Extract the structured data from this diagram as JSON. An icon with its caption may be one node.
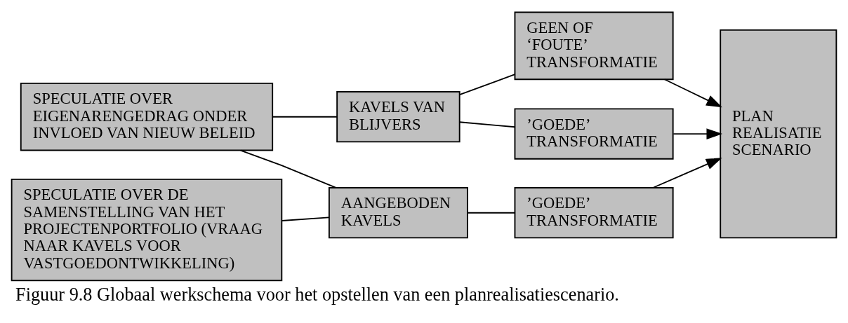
{
  "diagram": {
    "caption": "Figuur 9.8 Globaal werkschema voor het opstellen van een planrealisatiescenario.",
    "nodes": [
      {
        "text": [
          "SPECULATIE OVER EIGENARENGEDRAG ONDER INVLOED VAN NIEUW BELEID"
        ]
      },
      {
        "text": [
          "KAVELS VAN BLIJVERS"
        ]
      },
      {
        "text": [
          "GEEN OF ‘FOUTE’ TRANSFORMATIE"
        ]
      },
      {
        "text": [
          "PLAN REALISATIE SCENARIO"
        ]
      },
      {
        "text": [
          "’GOEDE’ TRANSFORMATIE"
        ]
      },
      {
        "text": [
          "SPECULATIE OVER DE SAMENSTELLING VAN HET PROJECTENPORTFOLIO (VRAAG NAAR KAVELS VOOR VASTGOEDONTWIKKELING)"
        ]
      },
      {
        "text": [
          "AANGEBODEN KAVELS"
        ]
      },
      {
        "text": [
          "’GOEDE’ TRANSFORMATIE"
        ]
      }
    ],
    "edges": [
      {
        "from": 0,
        "to": 1,
        "arrow": "none"
      },
      {
        "from": 0,
        "to": 6,
        "arrow": "none"
      },
      {
        "from": 1,
        "to": 2,
        "arrow": "none"
      },
      {
        "from": 1,
        "to": 4,
        "arrow": "none"
      },
      {
        "from": 5,
        "to": 6,
        "arrow": "none"
      },
      {
        "from": 6,
        "to": 7,
        "arrow": "none"
      },
      {
        "from": 2,
        "to": 3,
        "arrow": "to"
      },
      {
        "from": 4,
        "to": 3,
        "arrow": "to"
      },
      {
        "from": 7,
        "to": 3,
        "arrow": "to"
      }
    ]
  }
}
